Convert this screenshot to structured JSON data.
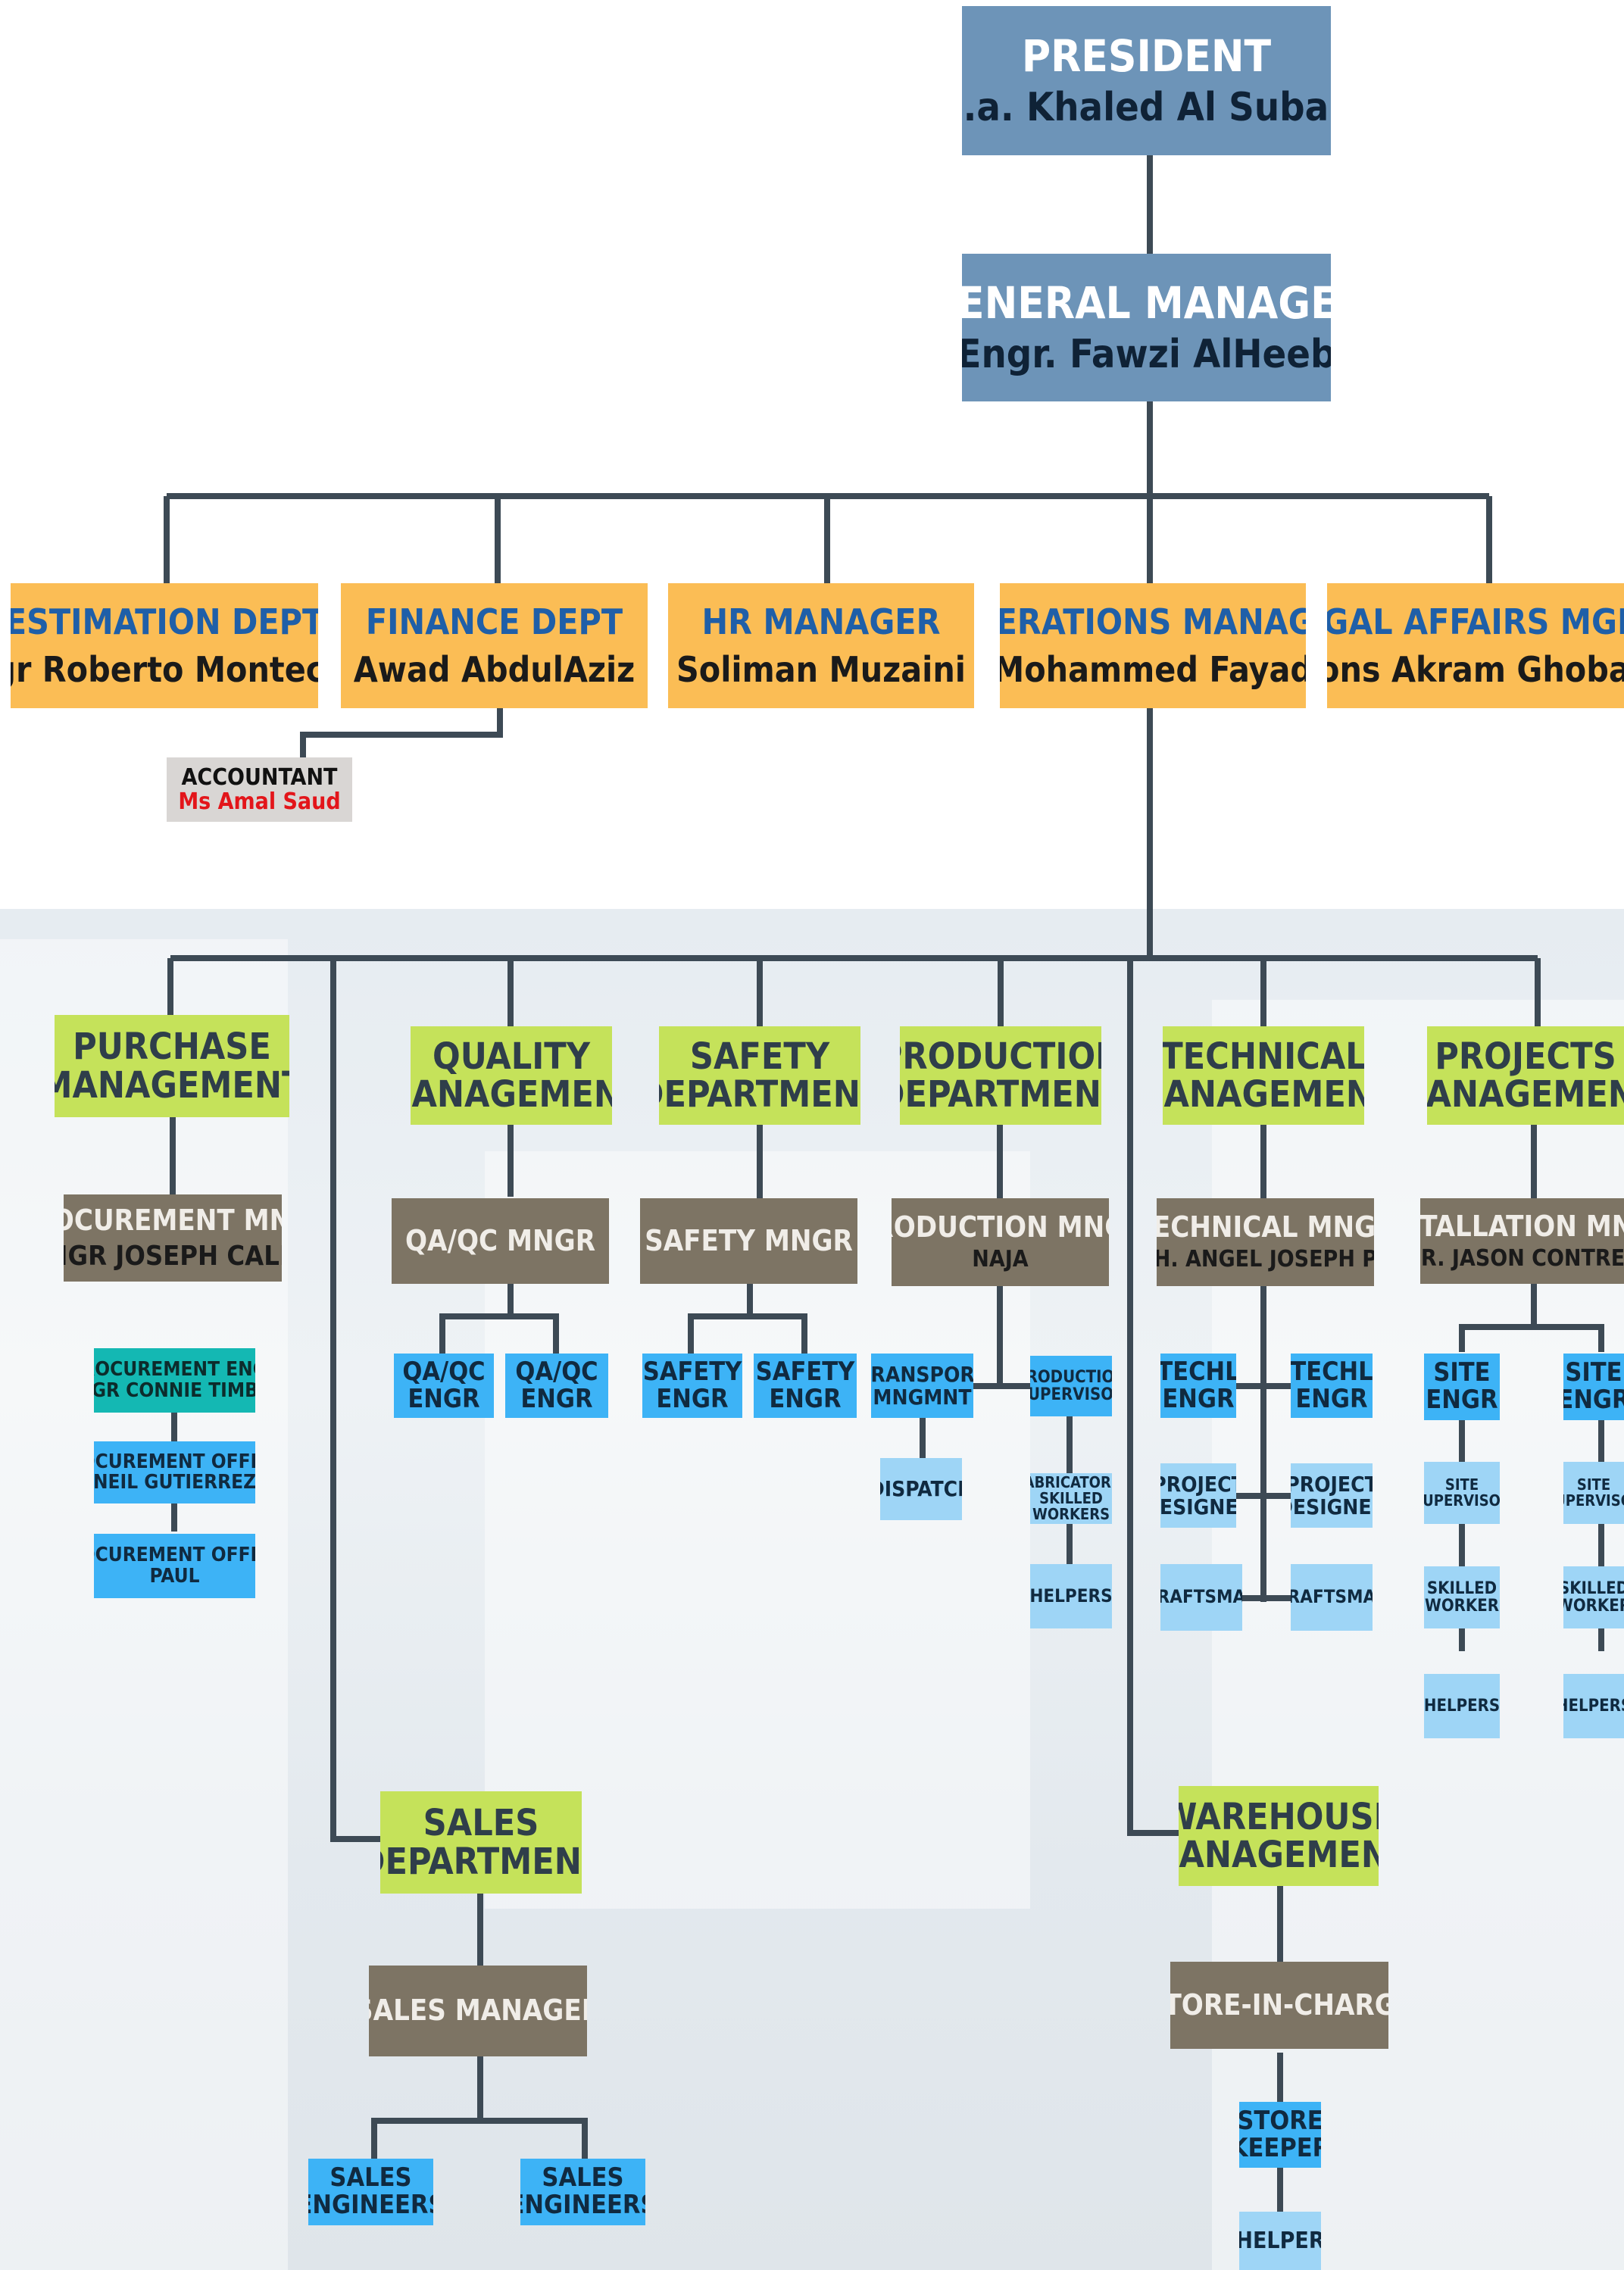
{
  "president": {
    "title": "PRESIDENT",
    "name": "M.a. Khaled Al Subaie"
  },
  "general_manager": {
    "title": "GENERAL MANAGER",
    "name": "Engr. Fawzi AlHeeb"
  },
  "departments": {
    "estimation": {
      "title": "ESTIMATION DEPT",
      "name": "Engr Roberto Montecino"
    },
    "finance": {
      "title": "FINANCE DEPT",
      "name": "Awad AbdulAziz"
    },
    "hr": {
      "title": "HR MANAGER",
      "name": "Soliman Muzaini"
    },
    "operations": {
      "title": "OPERATIONS MANAGER",
      "name": "Mohammed Fayad"
    },
    "legal": {
      "title": "LEGAL AFFAIRS MGMT",
      "name": "Cons Akram Ghobari"
    }
  },
  "accountant": {
    "title": "ACCOUNTANT",
    "name": "Ms Amal Saud"
  },
  "purchase": {
    "l1": "PURCHASE",
    "l2": "MANAGEMENT",
    "mngr_title": "PROCUREMENT MNGR",
    "mngr_name": "ENGR JOSEPH CALLO",
    "engr_title": "PROCUREMENT ENGR",
    "engr_name": "ENGR CONNIE TIMBOL",
    "officer1_title": "PROCUREMENT OFFICER",
    "officer1_name": "NEIL GUTIERREZ",
    "officer2_title": "PROCUREMENT OFFICER",
    "officer2_name": "PAUL"
  },
  "quality": {
    "l1": "QUALITY",
    "l2": "MANAGEMENT",
    "mngr": "QA/QC MNGR",
    "engr_l1": "QA/QC",
    "engr_l2": "ENGR"
  },
  "safety": {
    "l1": "SAFETY",
    "l2": "DEPARTMENT",
    "mngr": "SAFETY MNGR",
    "engr_l1": "SAFETY",
    "engr_l2": "ENGR"
  },
  "production": {
    "l1": "PRODUCTION",
    "l2": "DEPARTMENT",
    "mngr": "PRODUCTION MNGR",
    "mngr_name": "NAJA",
    "transport_l1": "TRANSPORT",
    "transport_l2": "MNGMNT",
    "supervisor_l1": "PRODUCTION",
    "supervisor_l2": "SUPERVISOR",
    "dispatch": "DISPATCH",
    "fab_l1": "FABRICATORS/",
    "fab_l2": "SKILLED",
    "fab_l3": "WORKERS",
    "helpers": "HELPERS"
  },
  "technical": {
    "l1": "TECHNICAL",
    "l2": "MANAGEMENT",
    "mngr": "TECHNICAL MNGR",
    "mngr_name": "ARCH. ANGEL JOSEPH PANA",
    "engr_l1": "TECHL",
    "engr_l2": "ENGR",
    "designer_l1": "PROJECT",
    "designer_l2": "DESIGNER",
    "draftsman": "DRAFTSMAN"
  },
  "projects": {
    "l1": "PROJECTS",
    "l2": "MANAGEMENT",
    "mngr": "INSTALLATION MNGR",
    "mngr_name": "ENGR. JASON CONTRERAS",
    "engr_l1": "SITE",
    "engr_l2": "ENGR",
    "sup_l1": "SITE",
    "sup_l2": "SUPERVISOR",
    "worker_l1": "SKILLED",
    "worker_l2": "WORKER",
    "helpers": "HELPERS"
  },
  "sales": {
    "l1": "SALES",
    "l2": "DEPARTMENT",
    "mngr": "SALES MANAGER",
    "engr_l1": "SALES",
    "engr_l2": "ENGINEERS"
  },
  "warehouse": {
    "l1": "WAREHOUSE",
    "l2": "MANAGEMENT",
    "mngr": "STORE-IN-CHARGE",
    "keeper_l1": "STORE",
    "keeper_l2": "KEEPER",
    "helper": "HELPER"
  },
  "colors": {
    "line": "#3d4a55",
    "top": "#6d94b8",
    "dept": "#fbbd55",
    "unit": "#c5e25a",
    "manager": "#7d7464",
    "staff": "#3db3f6",
    "staff_light": "#9ed5f6"
  }
}
